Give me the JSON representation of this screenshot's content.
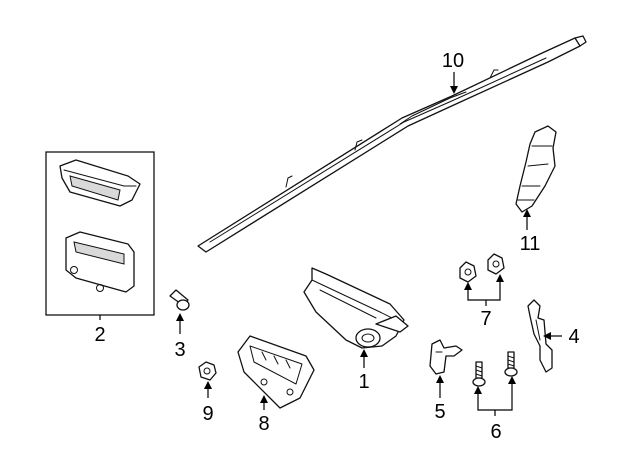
{
  "callouts": [
    {
      "id": "1",
      "label": "1"
    },
    {
      "id": "2",
      "label": "2"
    },
    {
      "id": "3",
      "label": "3"
    },
    {
      "id": "4",
      "label": "4"
    },
    {
      "id": "5",
      "label": "5"
    },
    {
      "id": "6",
      "label": "6"
    },
    {
      "id": "7",
      "label": "7"
    },
    {
      "id": "8",
      "label": "8"
    },
    {
      "id": "9",
      "label": "9"
    },
    {
      "id": "10",
      "label": "10"
    },
    {
      "id": "11",
      "label": "11"
    }
  ],
  "colors": {
    "line": "#111111",
    "background": "#ffffff",
    "shading": "#d9d9d9"
  }
}
